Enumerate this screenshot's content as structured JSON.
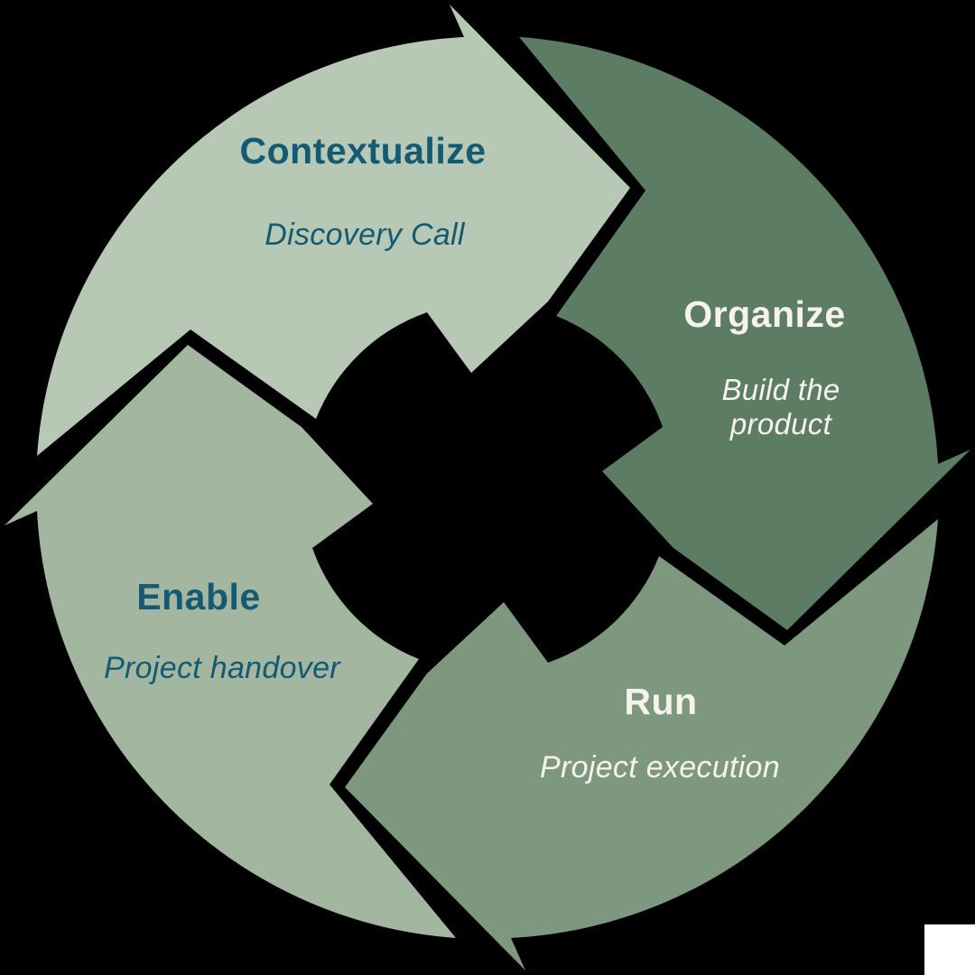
{
  "background_color": "#000000",
  "corner_square": {
    "color": "#ffffff"
  },
  "palette": {
    "text_dark_teal": "#145a73",
    "text_off_white": "#f5f3ec"
  },
  "cycle": {
    "type": "cycle-diagram",
    "direction": "clockwise",
    "steps": [
      {
        "name": "Contextualize",
        "subtitle": "Discovery Call",
        "subtitle_lines": [
          "Discovery Call"
        ],
        "arrow_color": "#b7c9b4",
        "text_color": "#145a73",
        "position": "top-left"
      },
      {
        "name": "Organize",
        "subtitle": "Build the product",
        "subtitle_lines": [
          "Build the",
          "product"
        ],
        "arrow_color": "#5d7c64",
        "text_color": "#f5f3ec",
        "position": "right"
      },
      {
        "name": "Run",
        "subtitle": "Project execution",
        "subtitle_lines": [
          "Project execution"
        ],
        "arrow_color": "#7d987f",
        "text_color": "#f5f3ec",
        "position": "bottom-right"
      },
      {
        "name": "Enable",
        "subtitle": "Project handover",
        "subtitle_lines": [
          "Project handover"
        ],
        "arrow_color": "#a3b7a0",
        "text_color": "#145a73",
        "position": "left"
      }
    ]
  }
}
